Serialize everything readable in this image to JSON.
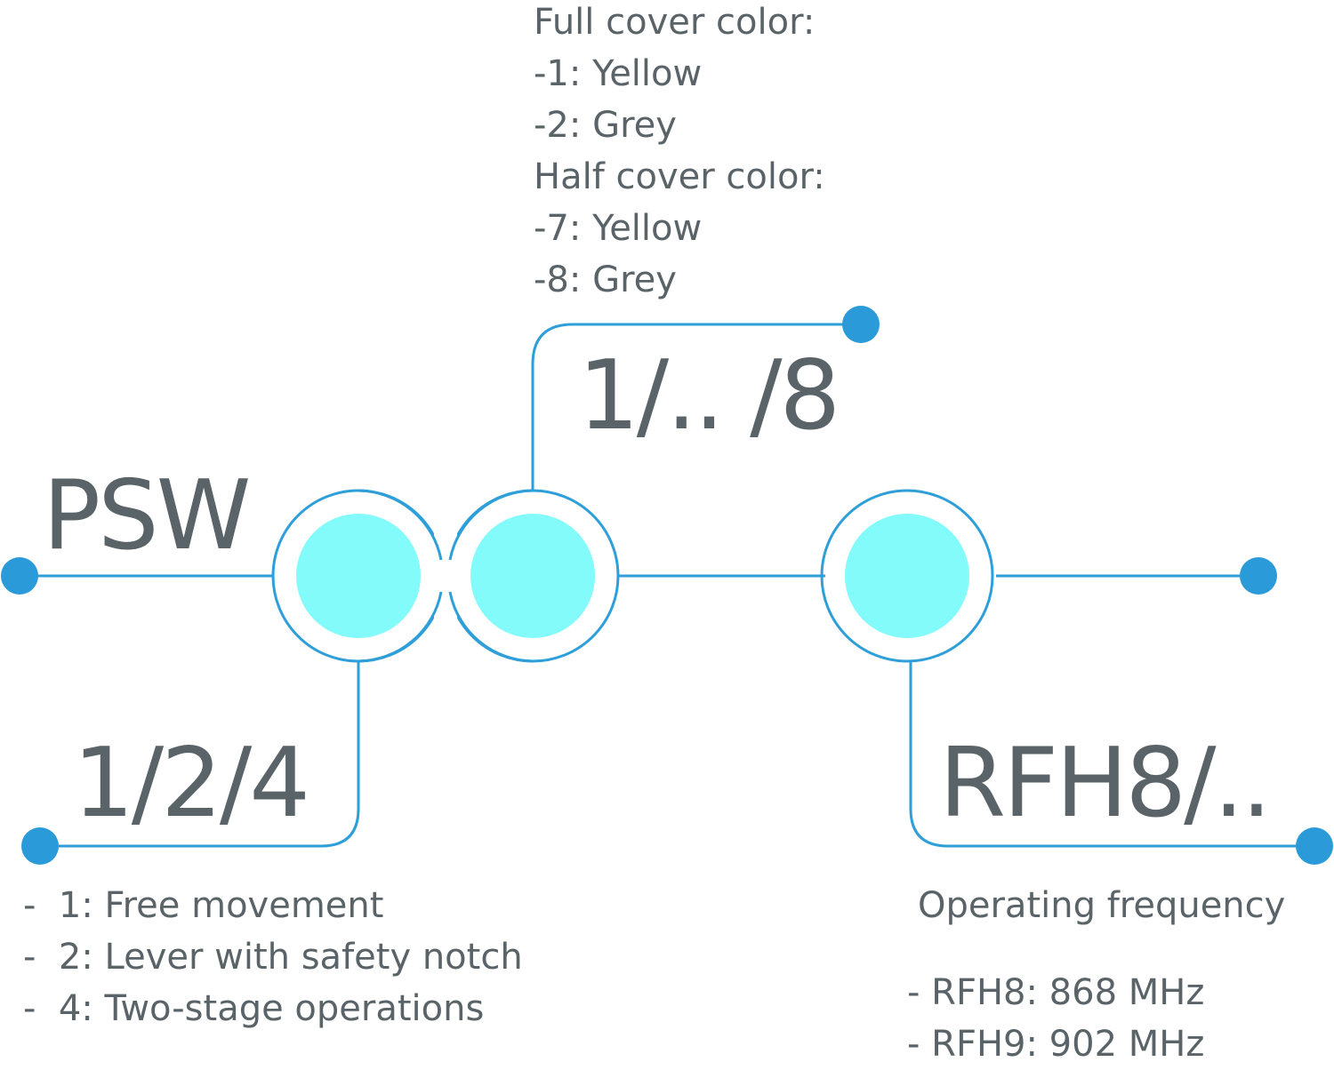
{
  "colors": {
    "line": "#2e9fd8",
    "dot": "#2a9ad8",
    "circle": "#84fbfb",
    "text": "#5a6468"
  },
  "codes": {
    "psw": "PSW",
    "cover": "1/.. /8",
    "mechanism": "1/2/4",
    "frequency": "RFH8/.."
  },
  "cover_options": {
    "full_heading": "Full cover color:",
    "full_1": "-1: Yellow",
    "full_2": "-2: Grey",
    "half_heading": "Half cover color:",
    "half_7": "-7: Yellow",
    "half_8": "-8: Grey"
  },
  "mechanism_options": [
    "-  1: Free movement",
    "-  2: Lever with safety notch",
    "-  4: Two-stage operations"
  ],
  "frequency_options": {
    "heading": "Operating frequency",
    "items": [
      "- RFH8: 868 MHz",
      "- RFH9: 902 MHz"
    ]
  }
}
